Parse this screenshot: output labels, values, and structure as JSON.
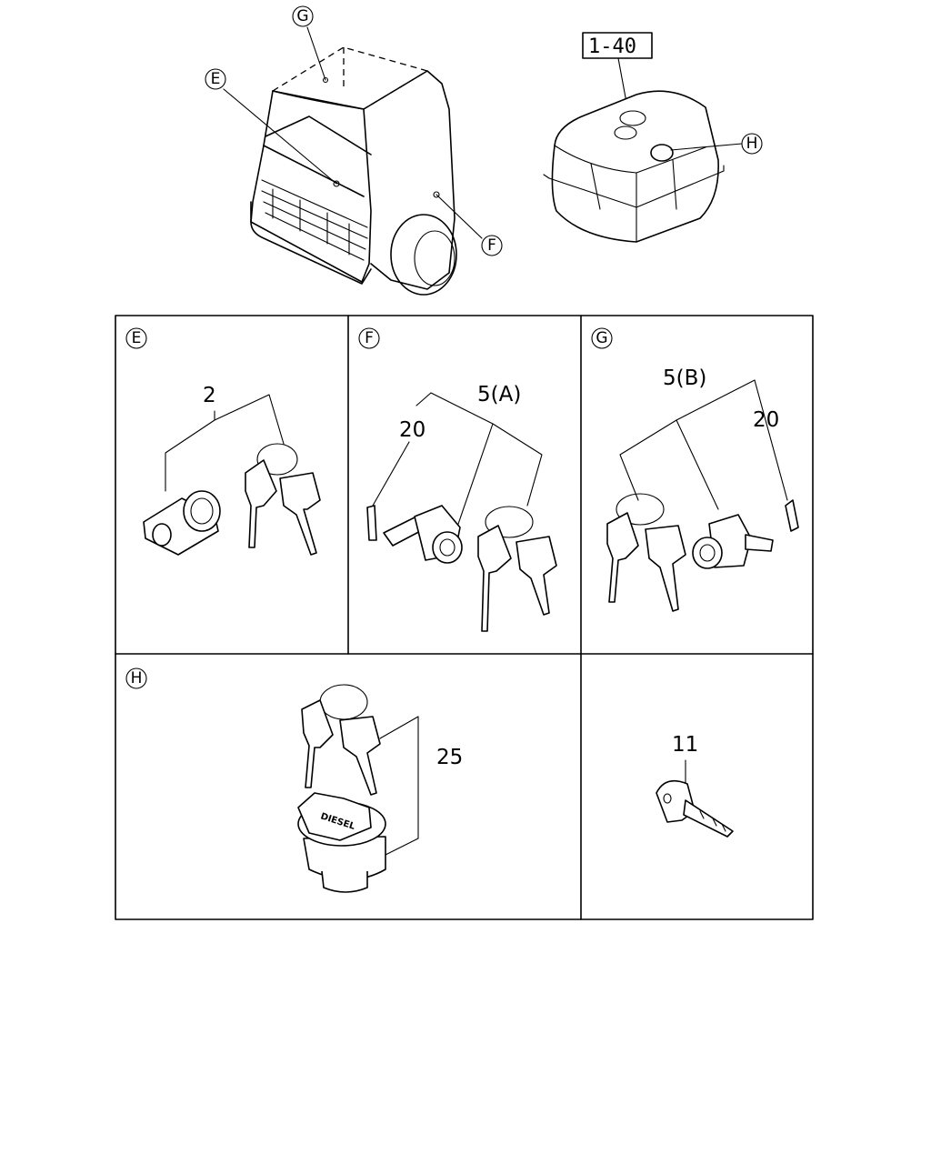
{
  "callouts": {
    "e": "E",
    "f": "F",
    "g": "G",
    "h": "H"
  },
  "reference": "1-40",
  "panels": {
    "e": {
      "letter": "E",
      "part": "2"
    },
    "f": {
      "letter": "F",
      "part": "5(A)",
      "sub_part": "20"
    },
    "g": {
      "letter": "G",
      "part": "5(B)",
      "sub_part": "20"
    },
    "h": {
      "letter": "H",
      "part": "25",
      "cap_text": "DIESEL"
    },
    "key": {
      "part": "11"
    }
  }
}
